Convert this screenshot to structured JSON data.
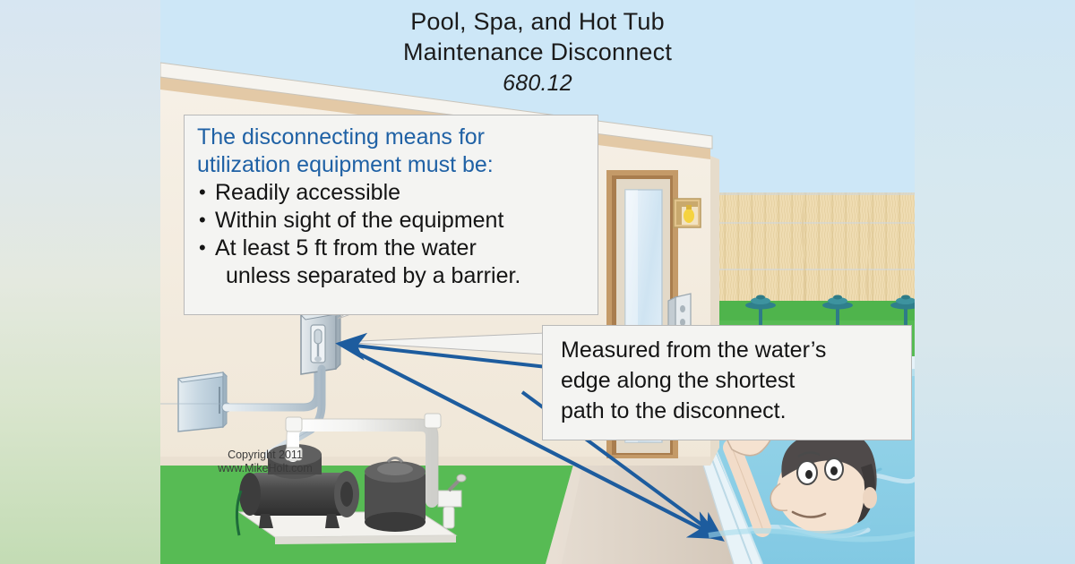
{
  "title": {
    "line1": "Pool, Spa, and Hot Tub",
    "line2": "Maintenance Disconnect",
    "line3": "680.12"
  },
  "callout_rules": {
    "heading_line1": "The disconnecting means for",
    "heading_line2": "utilization equipment must be:",
    "bullets": [
      "Readily accessible",
      "Within sight of the equipment",
      "At least 5 ft from the water"
    ],
    "bullet3_continuation": "unless separated by a barrier."
  },
  "callout_measure": {
    "line1": "Measured from the water’s",
    "line2": "edge along the shortest",
    "line3": "path to the disconnect."
  },
  "copyright": {
    "line1": "Copyright 2011",
    "line2": "www.MikeHolt.com"
  },
  "scene": {
    "elements": [
      "house-wall",
      "roof",
      "entry-door",
      "wall-light-fixture",
      "outdoor-receptacle",
      "wood-privacy-fence",
      "landscape-lights",
      "lawn",
      "concrete-walkway",
      "pool-coping",
      "pool-water",
      "swimmer",
      "pool-pump",
      "pool-filter",
      "service-disconnect",
      "meter-enclosure",
      "conduit",
      "measurement-arrow"
    ],
    "landscape_light_count": 3,
    "fence_picket_count": 16
  },
  "colors": {
    "sky": "#cde7f7",
    "wall": "#f3ece0",
    "roof_fascia": "#e3c9a6",
    "grass": "#57bb54",
    "pool_water": "#8acde5",
    "walkway": "#ded3c6",
    "fence_wood": "#efdcb2",
    "heading_blue": "#1f61a5",
    "arrow_blue": "#1d5c9e",
    "callout_bg": "#f4f4f2",
    "callout_border": "#b9b9b9",
    "pump_body": "#4e4e4e",
    "light_fixture_bulb": "#f5d33f"
  }
}
